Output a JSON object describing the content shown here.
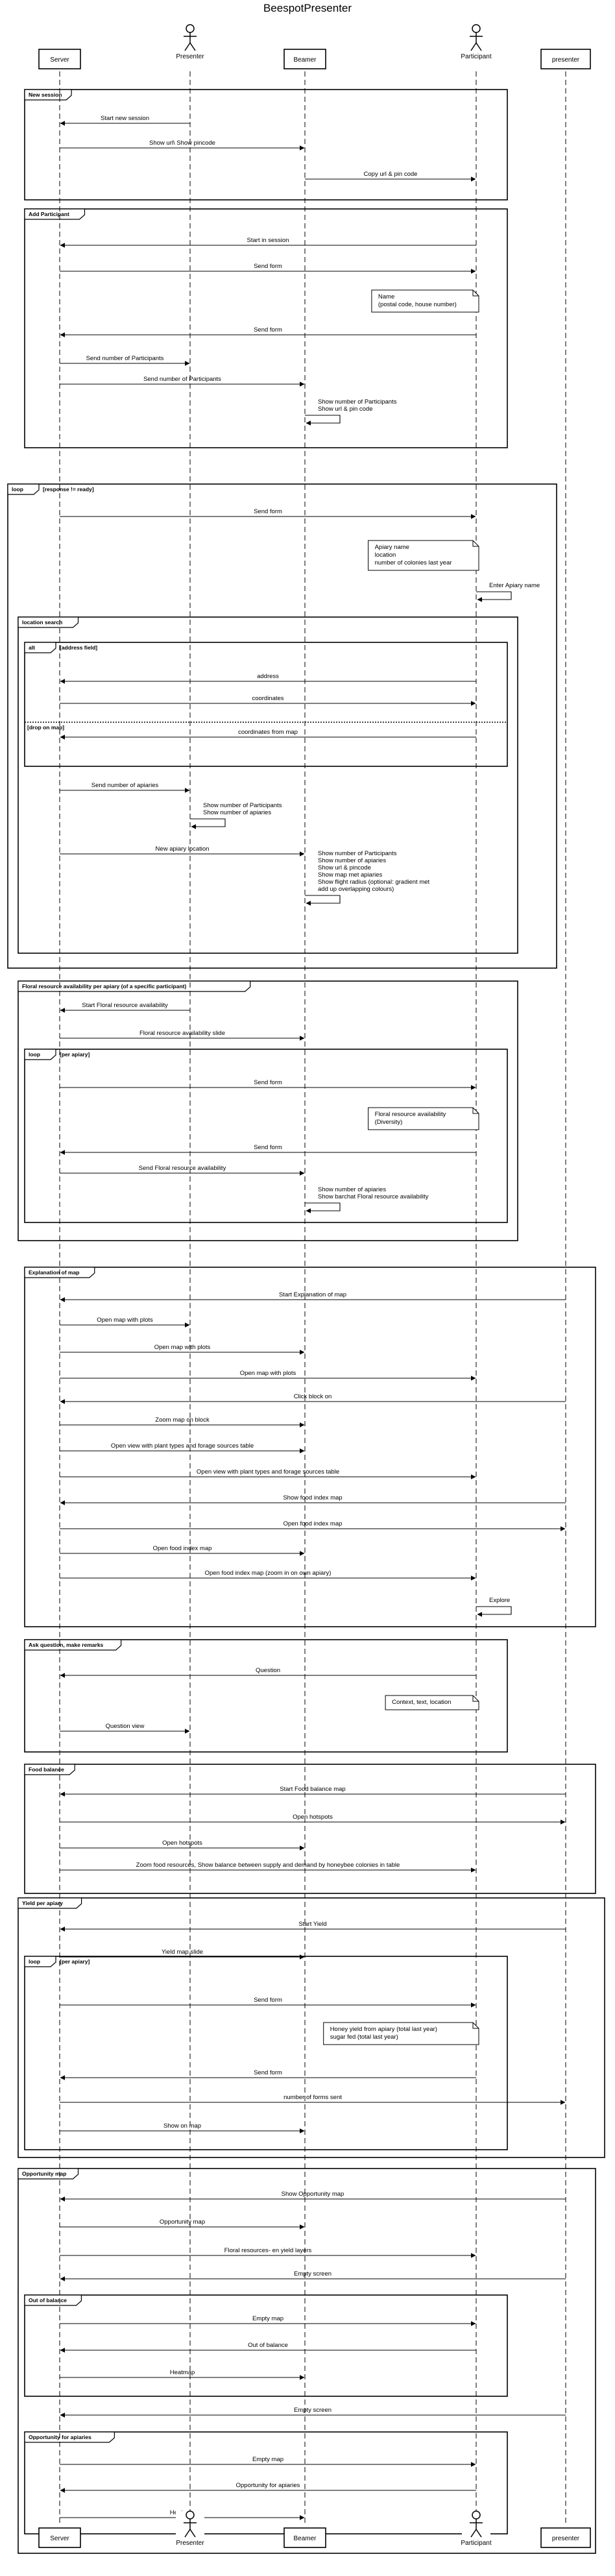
{
  "title": "BeespotPresenter",
  "participants": [
    {
      "id": "server",
      "label": "Server",
      "kind": "box"
    },
    {
      "id": "presenter_actor",
      "label": "Presenter",
      "kind": "actor"
    },
    {
      "id": "beamer",
      "label": "Beamer",
      "kind": "box"
    },
    {
      "id": "participant",
      "label": "Participant",
      "kind": "actor"
    },
    {
      "id": "presenter_box",
      "label": "presenter",
      "kind": "box"
    }
  ],
  "events": [
    {
      "t": "frame_start",
      "label": "New session"
    },
    {
      "t": "msg",
      "from": "presenter_actor",
      "to": "server",
      "label": "Start new session"
    },
    {
      "t": "msg",
      "from": "server",
      "to": "beamer",
      "label": "Show url\\ Show pincode"
    },
    {
      "t": "msg",
      "from": "beamer",
      "to": "participant",
      "label": "Copy url & pin code"
    },
    {
      "t": "frame_end"
    },
    {
      "t": "frame_start",
      "label": "Add Participant"
    },
    {
      "t": "msg",
      "from": "participant",
      "to": "server",
      "label": "Start in session"
    },
    {
      "t": "msg",
      "from": "server",
      "to": "participant",
      "label": "Send form"
    },
    {
      "t": "note",
      "over": "participant",
      "label": "Name\n(postal code, house number)"
    },
    {
      "t": "msg",
      "from": "participant",
      "to": "server",
      "label": "Send form"
    },
    {
      "t": "msg",
      "from": "server",
      "to": "presenter_actor",
      "label": "Send number of Participants"
    },
    {
      "t": "msg",
      "from": "server",
      "to": "beamer",
      "label": "Send number of Participants"
    },
    {
      "t": "self",
      "on": "beamer",
      "label": "Show number of Participants\nShow url & pin code"
    },
    {
      "t": "frame_end"
    },
    {
      "t": "frame_start",
      "label": "loop",
      "guard": "[response != ready]"
    },
    {
      "t": "msg",
      "from": "server",
      "to": "participant",
      "label": "Send form"
    },
    {
      "t": "note",
      "over": "participant",
      "label": "Apiary name\nlocation\nnumber of colonies last year"
    },
    {
      "t": "self",
      "on": "participant",
      "label": "Enter Apiary name"
    },
    {
      "t": "frame_start",
      "label": "location search"
    },
    {
      "t": "frame_start",
      "label": "alt",
      "guard": "[address field]"
    },
    {
      "t": "msg",
      "from": "participant",
      "to": "server",
      "label": "address"
    },
    {
      "t": "msg",
      "from": "server",
      "to": "participant",
      "label": "coordinates"
    },
    {
      "t": "alt_else",
      "guard": "[drop on map]"
    },
    {
      "t": "msg",
      "from": "participant",
      "to": "server",
      "label": "coordinates from map"
    },
    {
      "t": "frame_end"
    },
    {
      "t": "msg",
      "from": "server",
      "to": "presenter_actor",
      "label": "Send number of apiaries"
    },
    {
      "t": "self",
      "on": "presenter_actor",
      "label": "Show number of Participants\nShow number of apiaries"
    },
    {
      "t": "msg",
      "from": "server",
      "to": "beamer",
      "label": "New apiary location"
    },
    {
      "t": "self",
      "on": "beamer",
      "label": "Show number of Participants\nShow number of apiaries\nShow url & pincode\nShow map met apiaries\nShow flight radius (optional: gradient met\nadd up overlapping colours)"
    },
    {
      "t": "frame_end"
    },
    {
      "t": "frame_end"
    },
    {
      "t": "frame_start",
      "label": "Floral resource availability per apiary (of a specific participant)"
    },
    {
      "t": "msg",
      "from": "presenter_actor",
      "to": "server",
      "label": "Start Floral resource availability"
    },
    {
      "t": "msg",
      "from": "server",
      "to": "beamer",
      "label": "Floral resource availability slide"
    },
    {
      "t": "frame_start",
      "label": "loop",
      "guard": "[per apiary]"
    },
    {
      "t": "msg",
      "from": "server",
      "to": "participant",
      "label": "Send form"
    },
    {
      "t": "note",
      "over": "participant",
      "label": "Floral resource availability\n(Diversity)"
    },
    {
      "t": "msg",
      "from": "participant",
      "to": "server",
      "label": "Send form"
    },
    {
      "t": "msg",
      "from": "server",
      "to": "beamer",
      "label": "Send Floral resource availability"
    },
    {
      "t": "self",
      "on": "beamer",
      "label": "Show number of apiaries\nShow barchat Floral resource availability"
    },
    {
      "t": "frame_end"
    },
    {
      "t": "frame_end"
    },
    {
      "t": "frame_start",
      "label": "Explanation of map"
    },
    {
      "t": "msg",
      "from": "presenter_box",
      "to": "server",
      "label": "Start Explanation of map"
    },
    {
      "t": "msg",
      "from": "server",
      "to": "presenter_actor",
      "label": "Open map with plots"
    },
    {
      "t": "msg",
      "from": "server",
      "to": "beamer",
      "label": "Open map with plots"
    },
    {
      "t": "msg",
      "from": "server",
      "to": "participant",
      "label": "Open map with plots"
    },
    {
      "t": "msg",
      "from": "presenter_box",
      "to": "server",
      "label": "Click block on"
    },
    {
      "t": "msg",
      "from": "server",
      "to": "beamer",
      "label": "Zoom map on block"
    },
    {
      "t": "msg",
      "from": "server",
      "to": "beamer",
      "label": "Open view with plant types and forage sources table"
    },
    {
      "t": "msg",
      "from": "server",
      "to": "participant",
      "label": "Open view with plant types and forage sources table"
    },
    {
      "t": "msg",
      "from": "presenter_box",
      "to": "server",
      "label": "Show food index map"
    },
    {
      "t": "msg",
      "from": "server",
      "to": "presenter_box",
      "label": "Open food index map"
    },
    {
      "t": "msg",
      "from": "server",
      "to": "beamer",
      "label": "Open food index map"
    },
    {
      "t": "msg",
      "from": "server",
      "to": "participant",
      "label": "Open food index map (zoom in on own apiary)"
    },
    {
      "t": "self",
      "on": "participant",
      "label": "Explore"
    },
    {
      "t": "frame_end"
    },
    {
      "t": "frame_start",
      "label": "Ask question, make remarks"
    },
    {
      "t": "msg",
      "from": "participant",
      "to": "server",
      "label": "Question"
    },
    {
      "t": "note",
      "over": "participant",
      "label": "Context, text, location"
    },
    {
      "t": "msg",
      "from": "server",
      "to": "presenter_actor",
      "label": "Question view"
    },
    {
      "t": "frame_end"
    },
    {
      "t": "frame_start",
      "label": "Food balance"
    },
    {
      "t": "msg",
      "from": "presenter_box",
      "to": "server",
      "label": "Start Food balance map"
    },
    {
      "t": "msg",
      "from": "server",
      "to": "presenter_box",
      "label": "Open hotspots"
    },
    {
      "t": "msg",
      "from": "server",
      "to": "beamer",
      "label": "Open hotspots"
    },
    {
      "t": "msg",
      "from": "server",
      "to": "participant",
      "label": "Zoom food resources, Show balance between supply and demand by honeybee colonies in table"
    },
    {
      "t": "frame_end"
    },
    {
      "t": "frame_start",
      "label": "Yield per apiary"
    },
    {
      "t": "msg",
      "from": "presenter_box",
      "to": "server",
      "label": "Start Yield"
    },
    {
      "t": "msg",
      "from": "server",
      "to": "beamer",
      "label": "Yield map slide"
    },
    {
      "t": "frame_start",
      "label": "loop",
      "guard": "[per apiary]"
    },
    {
      "t": "msg",
      "from": "server",
      "to": "participant",
      "label": "Send form"
    },
    {
      "t": "note",
      "over": "participant",
      "label": "Honey yield from apiary (total last year)\nsugar fed (total last year)"
    },
    {
      "t": "msg",
      "from": "participant",
      "to": "server",
      "label": "Send form"
    },
    {
      "t": "msg",
      "from": "server",
      "to": "presenter_box",
      "label": "number of forms sent"
    },
    {
      "t": "msg",
      "from": "server",
      "to": "beamer",
      "label": "Show on map"
    },
    {
      "t": "frame_end"
    },
    {
      "t": "frame_end"
    },
    {
      "t": "frame_start",
      "label": "Opportunity map"
    },
    {
      "t": "msg",
      "from": "presenter_box",
      "to": "server",
      "label": "Show Opportunity map"
    },
    {
      "t": "msg",
      "from": "server",
      "to": "beamer",
      "label": "Opportunity map"
    },
    {
      "t": "msg",
      "from": "server",
      "to": "participant",
      "label": "Floral resources- en yield layers"
    },
    {
      "t": "msg",
      "from": "presenter_box",
      "to": "server",
      "label": "Empty screen"
    },
    {
      "t": "frame_start",
      "label": "Out of balance"
    },
    {
      "t": "msg",
      "from": "server",
      "to": "participant",
      "label": "Empty map"
    },
    {
      "t": "msg",
      "from": "participant",
      "to": "server",
      "label": "Out of balance"
    },
    {
      "t": "msg",
      "from": "server",
      "to": "beamer",
      "label": "Heatmap"
    },
    {
      "t": "frame_end"
    },
    {
      "t": "msg",
      "from": "presenter_box",
      "to": "server",
      "label": "Empty screen"
    },
    {
      "t": "frame_start",
      "label": "Opportunity for apiaries"
    },
    {
      "t": "msg",
      "from": "server",
      "to": "participant",
      "label": "Empty map"
    },
    {
      "t": "msg",
      "from": "participant",
      "to": "server",
      "label": "Opportunity for apiaries"
    },
    {
      "t": "msg",
      "from": "server",
      "to": "beamer",
      "label": "Heatmap"
    },
    {
      "t": "frame_end"
    },
    {
      "t": "frame_end"
    }
  ]
}
